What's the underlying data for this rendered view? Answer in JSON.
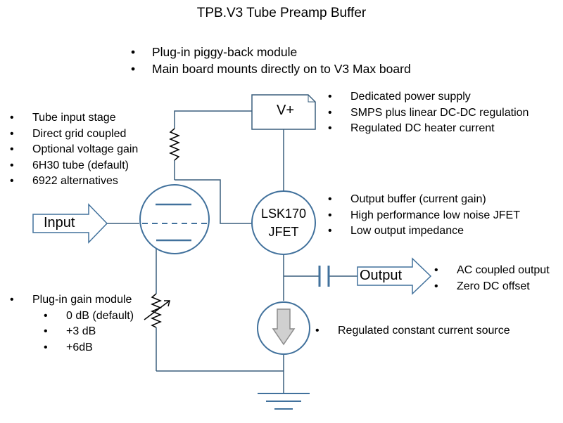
{
  "title": "TPB.V3 Tube Preamp Buffer",
  "top_notes": [
    "Plug-in piggy-back module",
    "Main board mounts directly on to V3 Max board"
  ],
  "power_notes": [
    "Dedicated power supply",
    "SMPS plus linear DC-DC regulation",
    "Regulated DC heater current"
  ],
  "tube_notes": [
    "Tube input stage",
    "Direct grid coupled",
    "Optional voltage gain",
    "6H30 tube (default)",
    "6922 alternatives"
  ],
  "buffer_notes": [
    "Output buffer (current gain)",
    "High performance low noise JFET",
    "Low output impedance"
  ],
  "output_notes": [
    "AC coupled output",
    "Zero DC offset"
  ],
  "gain_module": {
    "label": "Plug-in gain module",
    "options": [
      "0 dB (default)",
      "+3 dB",
      "+6dB"
    ]
  },
  "ccs_notes": [
    "Regulated constant current source"
  ],
  "blocks": {
    "power": "V+",
    "jfet_line1": "LSK170",
    "jfet_line2": "JFET",
    "input": "Input",
    "output": "Output"
  },
  "colors": {
    "wire": "#3a5f7d",
    "element": "#41719c",
    "fill": "#dbe8f5",
    "arrow": "#8c8c8c"
  }
}
